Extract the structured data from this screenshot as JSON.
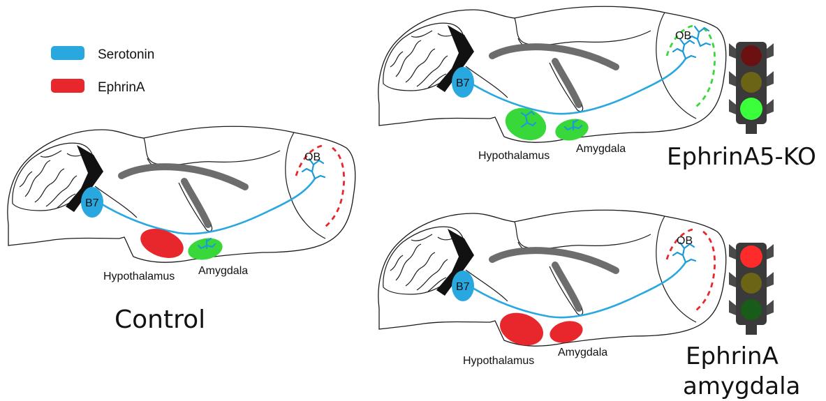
{
  "legend": {
    "items": [
      {
        "label": "Serotonin",
        "color": "#29a8e0"
      },
      {
        "label": "EphrinA",
        "color": "#e8272d"
      }
    ]
  },
  "panels": {
    "control": {
      "nucleus_label": "B7",
      "ob_label": "OB",
      "hypothalamus_label": "Hypothalamus",
      "amygdala_label": "Amygdala",
      "condition_label": "Control",
      "ob_dash_color": "#e8272d",
      "hypothalamus_color": "#e8272d",
      "amygdala_color": "#39d83a"
    },
    "ephrina5_ko": {
      "nucleus_label": "B7",
      "ob_label": "OB",
      "hypothalamus_label": "Hypothalamus",
      "amygdala_label": "Amygdala",
      "condition_label": "EphrinA5-KO",
      "ob_dash_color": "#39d83a",
      "hypothalamus_color": "#39d83a",
      "amygdala_color": "#39d83a",
      "traffic_light_active": "green"
    },
    "ephrina_amygdala": {
      "nucleus_label": "B7",
      "ob_label": "OB",
      "hypothalamus_label": "Hypothalamus",
      "amygdala_label": "Amygdala",
      "condition_label_line1": "EphrinA",
      "condition_label_line2": "amygdala",
      "ob_dash_color": "#e8272d",
      "hypothalamus_color": "#e8272d",
      "amygdala_color": "#e8272d",
      "traffic_light_active": "red"
    }
  },
  "colors": {
    "serotonin": "#29a8e0",
    "ephrin": "#e8272d",
    "permissive": "#39d83a",
    "traffic_red_on": "#ff2a2a",
    "traffic_red_off": "#6b1111",
    "traffic_yellow_off": "#6a6414",
    "traffic_green_on": "#3cff3c",
    "traffic_green_off": "#175c18"
  }
}
